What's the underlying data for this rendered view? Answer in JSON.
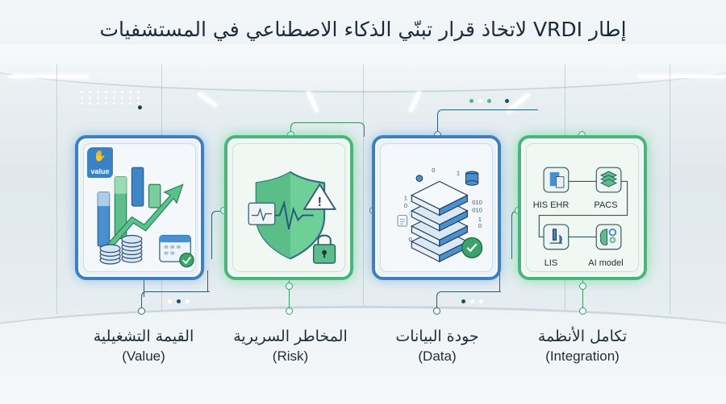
{
  "title": "إطار VRDI لاتخاذ قرار تبنّي الذكاء الاصطناعي في المستشفيات",
  "colors": {
    "blue_border": "#3d7fc0",
    "green_border": "#47b67a",
    "title_text": "#1b2a3a",
    "connector": "#2f5a78"
  },
  "pillars": [
    {
      "id": "value",
      "label_ar": "القيمة التشغيلية",
      "label_en": "(Value)",
      "theme": "blue",
      "badge": "value",
      "icons": [
        "hand-coin-icon",
        "bar-chart-icon",
        "trend-arrow-icon",
        "coin-stack-icon",
        "calendar-check-icon"
      ]
    },
    {
      "id": "risk",
      "label_ar": "المخاطر السريرية",
      "label_en": "(Risk)",
      "theme": "green",
      "icons": [
        "shield-icon",
        "heartbeat-icon",
        "monitor-pulse-icon",
        "warning-icon",
        "padlock-icon"
      ]
    },
    {
      "id": "data",
      "label_ar": "جودة البيانات",
      "label_en": "(Data)",
      "theme": "blue",
      "binary": [
        "0",
        "1",
        "010",
        "010",
        "1",
        "0",
        "0",
        "1"
      ],
      "icons": [
        "server-stack-icon",
        "database-icon",
        "document-icon",
        "check-circle-icon"
      ]
    },
    {
      "id": "integration",
      "label_ar": "تكامل الأنظمة",
      "label_en": "(Integration)",
      "theme": "green",
      "nodes": [
        "HIS EHR",
        "PACS",
        "LIS",
        "AI model"
      ],
      "icons": [
        "clipboard-document-icon",
        "layers-icon",
        "microscope-icon",
        "brain-gear-icon"
      ]
    }
  ]
}
